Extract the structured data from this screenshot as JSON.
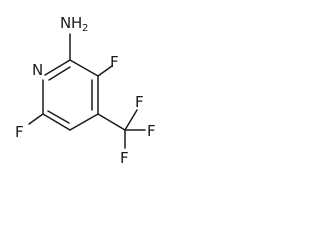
{
  "molecule": {
    "labels": {
      "amine_n": "N",
      "amine_h": "H",
      "amine_h_count": "2",
      "ring_n": "N",
      "fluorine_c3": "F",
      "fluorine_c6": "F",
      "cf3_fluorine_top": "F",
      "cf3_fluorine_right": "F",
      "cf3_fluorine_bottom": "F"
    }
  }
}
